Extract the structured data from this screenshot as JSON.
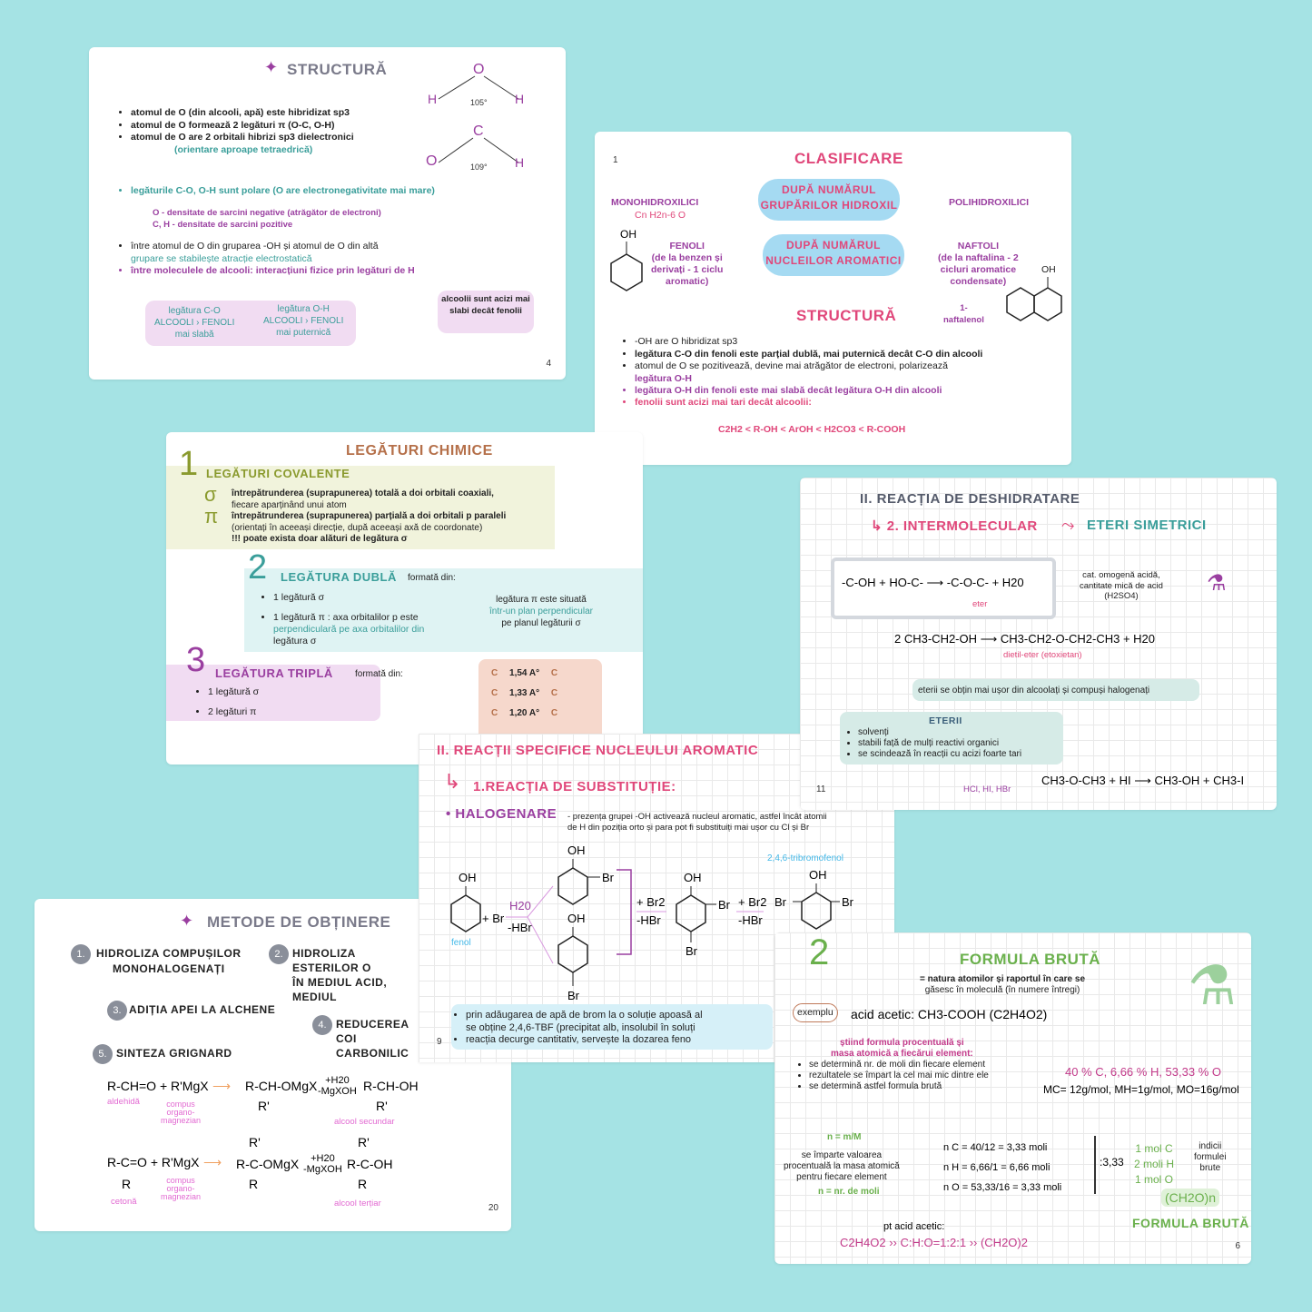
{
  "slide4": {
    "title": "STRUCTURĂ",
    "angle1": "105°",
    "angle2": "109°",
    "water": [
      "H",
      "O",
      "H"
    ],
    "alcohol": [
      "O",
      "C",
      "H"
    ],
    "bullets": [
      "atomul de O (din alcooli, apă) este hibridizat sp3",
      "atomul de O formează 2 legături π (O-C, O-H)",
      "atomul de O are 2 orbitali hibrizi sp3 dielectronici",
      "(orientare aproape tetraedrică)"
    ],
    "polar": "legăturile C-O, O-H sunt polare (O are electronegativitate mai mare)",
    "sub": [
      "O -  densitate de sarcini negative (atrăgător de electroni)",
      "C, H - densitate de sarcini pozitive"
    ],
    "b2": [
      "între atomul de O din gruparea -OH și atomul de O din altă",
      "grupare se stabilește atracție electrostatică",
      "între moleculele de alcooli: interacțiuni fizice prin legături de H"
    ],
    "box1": [
      "legătura C-O",
      "ALCOOLI › FENOLI",
      "mai slabă"
    ],
    "box2": [
      "legătura O-H",
      "ALCOOLI › FENOLI",
      "mai puternică"
    ],
    "box3": "alcoolii sunt acizi mai slabi decât fenolii",
    "page": "4"
  },
  "slide1": {
    "page": "1",
    "title": "CLASIFICARE",
    "pill1": [
      "DUPĂ NUMĂRUL",
      "GRUPĂRILOR HIDROXIL"
    ],
    "mono": "MONOHIDROXILICI",
    "mono_f": "Cn H2n-6 O",
    "poli": "POLIHIDROXILICI",
    "pill2": [
      "DUPĂ NUMĂRUL",
      "NUCLEILOR AROMATICI"
    ],
    "fenoli": [
      "FENOLI",
      "(de la benzen și",
      "derivați - 1 ciclu",
      "aromatic)"
    ],
    "naftoli": [
      "NAFTOLI",
      "(de la naftalina - 2",
      "cicluri aromatice",
      "condensate)"
    ],
    "oh": "OH",
    "naftalenol": [
      "1-",
      "naftalenol"
    ],
    "title2": "STRUCTURĂ",
    "bullets": [
      "-OH are O hibridizat sp3",
      "legătura C-O din fenoli este parțial dublă, mai puternică decât C-O din alcooli",
      "atomul de O se pozitivează, devine mai atrăgător de electroni, polarizează",
      "legătura O-H",
      "legătura O-H din fenoli este mai slabă decât legătura O-H din alcooli",
      "fenolii sunt acizi mai tari decât alcoolii:"
    ],
    "acidity": "C2H2 < R-OH < ArOH < H2CO3 < R-COOH"
  },
  "legaturi": {
    "title": "LEGĂTURI CHIMICE",
    "n1": "1",
    "s1": "LEGĂTURI COVALENTE",
    "sigma": "σ",
    "pi": "π",
    "l1": [
      "întrepătrunderea (suprapunerea) totală a doi orbitali coaxiali,",
      "fiecare aparținând unui atom"
    ],
    "l2": [
      "întrepătrunderea (suprapunerea) parțială a doi orbitali p paraleli",
      "(orientați în aceeași direcție, după aceeași axă de coordonate)",
      "!!! poate exista doar alături de legătura σ"
    ],
    "n2": "2",
    "s2": "LEGĂTURA DUBLĂ",
    "s2b": "formată din:",
    "d": [
      "1 legătură σ",
      "1 legătură π : axa orbitalilor p este",
      "perpendiculară pe axa orbitalilor din",
      "legătura σ"
    ],
    "d_note": [
      "legătura π este situată",
      "într-un plan perpendicular",
      "pe planul legăturii σ"
    ],
    "n3": "3",
    "s3": "LEGĂTURA TRIPLĂ",
    "s3b": "formată din:",
    "tr": [
      "1 legătură σ",
      "2 legături π"
    ],
    "lengths": [
      "1,54 A°",
      "1,33 A°",
      "1,20 A°"
    ],
    "c": "C"
  },
  "slide11": {
    "title": "II. REACȚIA DE DESHIDRATARE",
    "sub": "2. INTERMOLECULAR",
    "sub2": "ETERI SIMETRICI",
    "eq": "-C-OH +  HO-C-  ⟶  -C-O-C-  + H20",
    "eter": "eter",
    "cat": [
      "cat. omogenă acidă,",
      "cantitate mică de acid",
      "(H2SO4)"
    ],
    "eq2": "2 CH3-CH2-OH ⟶ CH3-CH2-O-CH2-CH3 + H20",
    "eq2_name": "dietil-eter (etoxietan)",
    "note": "eterii se obțin mai ușor din alcoolați și compuși halogenați",
    "box_title": "ETERII",
    "box": [
      "solvenți",
      "stabili față de mulți reactivi organici",
      "se scindează în reacții cu acizi foarte tari"
    ],
    "reag": "HCl, HI, HBr",
    "eq3": "CH3-O-CH3 + HI ⟶ CH3-OH + CH3-I",
    "page": "11"
  },
  "slide9": {
    "title": "II. REACȚII SPECIFICE NUCLEULUI AROMATIC",
    "sub": "1.REACȚIA DE SUBSTITUȚIE:",
    "hal": "HALOGENARE",
    "desc": [
      "- prezența grupei -OH activează nucleul aromatic, astfel încât atomii",
      "de H din poziția orto și para pot fi substituiți mai ușor cu Cl și Br"
    ],
    "fenol": "fenol",
    "oh": "OH",
    "br": "Br",
    "plus_br": "+ Br",
    "h2o": "H20",
    "hbr": "-HBr",
    "br2": "+ Br2",
    "tbf": "2,4,6-tribromofenol",
    "callout": [
      "prin adăugarea de apă de brom la o soluție apoasă al",
      "se obține 2,4,6-TBF (precipitat alb, insolubil în soluți",
      "reacția decurge cantitativ, servește la dozarea feno"
    ],
    "page": "9"
  },
  "slide20": {
    "title": "METODE DE OBȚINERE",
    "items": [
      {
        "n": "1.",
        "t": [
          "HIDROLIZA COMPUȘILOR",
          "MONOHALOGENAȚI"
        ]
      },
      {
        "n": "2.",
        "t": [
          "HIDROLIZA ESTERILOR O",
          "ÎN MEDIUL ACID, MEDIUL"
        ]
      },
      {
        "n": "3.",
        "t": [
          "ADIȚIA APEI LA ALCHENE"
        ]
      },
      {
        "n": "4.",
        "t": [
          "REDUCEREA COI",
          "CARBONILIC"
        ]
      },
      {
        "n": "5.",
        "t": [
          "SINTEZA GRIGNARD"
        ]
      }
    ],
    "r1": [
      "R-CH=O + R'MgX",
      "R-CH-OMgX",
      "R'",
      "+H20",
      "-MgXOH",
      "R-CH-OH",
      "R'"
    ],
    "l1": [
      "aldehidă",
      "compus organo-magnezian",
      "alcool secundar"
    ],
    "r2": [
      "R-C=O + R'MgX",
      "R",
      "R'",
      "R-C-OMgX",
      "R",
      "+H20",
      "-MgXOH",
      "R'",
      "R-C-OH",
      "R"
    ],
    "l2": [
      "cetonă",
      "compus organo-magnezian",
      "alcool terțiar"
    ],
    "page": "20"
  },
  "slide6": {
    "n": "2",
    "title": "FORMULA BRUTĂ",
    "def": [
      "= natura atomilor și raportul în care se",
      "găsesc în moleculă (în numere întregi)"
    ],
    "ex": "exemplu",
    "acid": "acid acetic: CH3-COOH (C2H4O2)",
    "know": [
      "știind formula procentuală și",
      "masa atomică a fiecărui element:"
    ],
    "steps": [
      "se determină nr. de moli din fiecare element",
      "rezultatele se împart la cel mai mic dintre ele",
      "se determină astfel formula brută"
    ],
    "pct": "40 % C, 6,66 % H, 53,33 % O",
    "masses": "MC= 12g/mol, MH=1g/mol, MO=16g/mol",
    "nform": "n = m/M",
    "expl": [
      "se împarte valoarea",
      "procentuală la masa atomică",
      "pentru fiecare element"
    ],
    "nmol": "n = nr. de moli",
    "calc": [
      "n C = 40/12 = 3,33 moli",
      "n H = 6,66/1 = 6,66 moli",
      "n O = 53,33/16 = 3,33 moli"
    ],
    "div": ":3,33",
    "res": [
      "1 mol C",
      "2 moli H",
      "1 mol O"
    ],
    "ind": [
      "indicii",
      "formulei",
      "brute"
    ],
    "fb": "(CH2O)n",
    "fb_label": "FORMULA  BRUTĂ",
    "pt": "pt acid acetic:",
    "final": "C2H4O2 ›› C:H:O=1:2:1 ›› (CH2O)2",
    "page": "6"
  }
}
